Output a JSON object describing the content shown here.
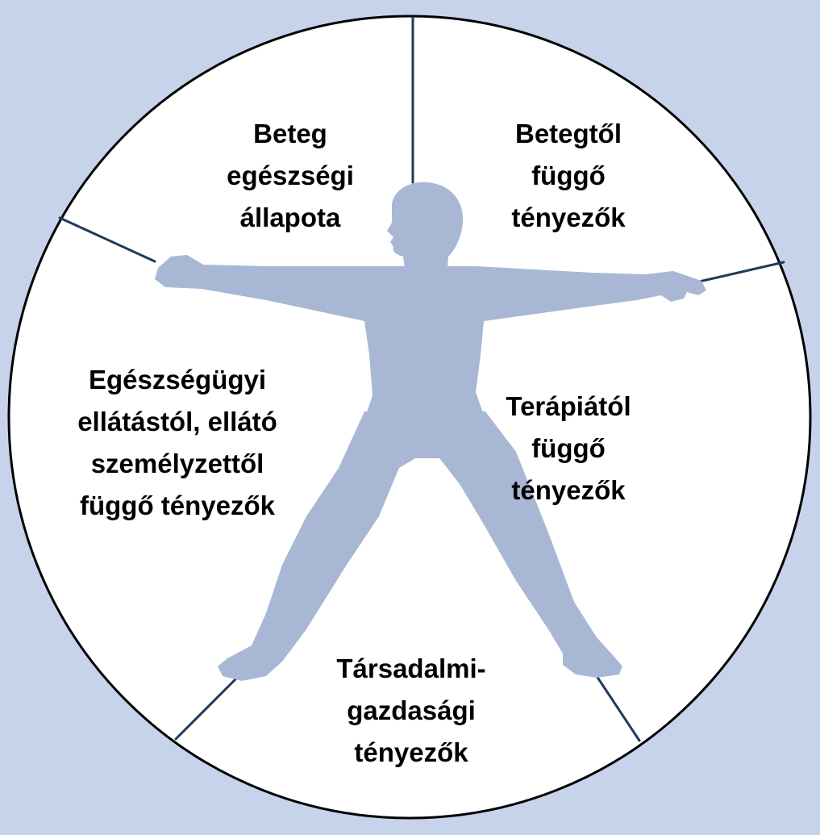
{
  "diagram": {
    "segments": [
      {
        "id": "top-left",
        "lines": [
          "Beteg",
          "egészségi",
          "állapota"
        ]
      },
      {
        "id": "top-right",
        "lines": [
          "Betegtől",
          "függő",
          "tényezők"
        ]
      },
      {
        "id": "left",
        "lines": [
          "Egészségügyi",
          "ellátástól, ellátó",
          "személyzettől",
          "függő tényezők"
        ]
      },
      {
        "id": "right",
        "lines": [
          "Terápiától",
          "függő",
          "tényezők"
        ]
      },
      {
        "id": "bottom",
        "lines": [
          "Társadalmi-",
          "gazdasági",
          "tényezők"
        ]
      }
    ],
    "colors": {
      "background": "#c6d3ea",
      "circle_fill": "#ffffff",
      "circle_stroke": "#000000",
      "divider": "#1f3a5c",
      "figure": "#a8b8d4"
    }
  }
}
